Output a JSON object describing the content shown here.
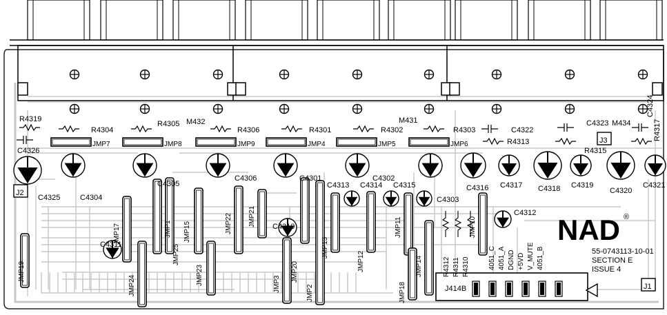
{
  "jacks": [
    "M432",
    "M431",
    "M434"
  ],
  "resistors": [
    "R4319",
    "R4304",
    "R4305",
    "R4306",
    "R4301",
    "R4302",
    "R4303",
    "R4313",
    "R4315",
    "R4317",
    "R4312",
    "R4311",
    "R4310"
  ],
  "capacitors": [
    "C4326",
    "C4325",
    "C4304",
    "C4305",
    "C4306",
    "C4301",
    "C4302",
    "C4303",
    "C4322",
    "C4323",
    "C4324",
    "C4313",
    "C4314",
    "C4315",
    "C4316",
    "C4317",
    "C4318",
    "C4319",
    "C4320",
    "C4321",
    "C4310",
    "C4311",
    "C4312"
  ],
  "jumpers": [
    "JMP7",
    "JMP8",
    "JMP9",
    "JMP4",
    "JMP5",
    "JMP6",
    "JMP17",
    "JMP1",
    "JMP25",
    "JMP15",
    "JMP22",
    "JMP21",
    "JMP3",
    "JMP20",
    "JMP2",
    "JMP13",
    "JMP12",
    "JMP11",
    "JMP10",
    "JMP14",
    "JMP18",
    "JMP19",
    "JMP24",
    "JMP23"
  ],
  "connectors": [
    "J1",
    "J2",
    "J3",
    "J414B"
  ],
  "pin_labels": [
    "4051_C",
    "4051_A",
    "DGND",
    "+5VD",
    "V_MUTE",
    "4051_B"
  ],
  "logo": {
    "text": "NAD",
    "mark": "®"
  },
  "info": {
    "part_number": "55-0743113-10-01",
    "section": "SECTION E",
    "issue": "ISSUE 4"
  }
}
